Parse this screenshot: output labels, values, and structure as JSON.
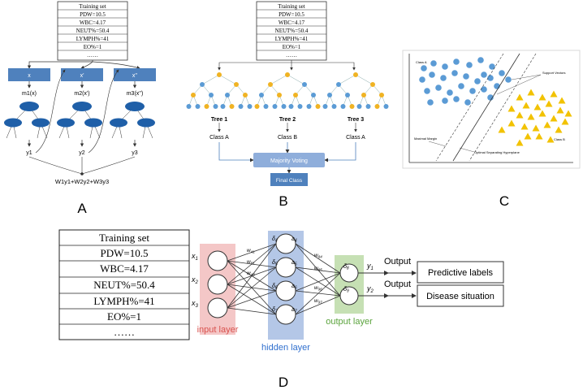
{
  "training_set": {
    "header": "Training set",
    "rows": [
      "PDW=10.5",
      "WBC=4.17",
      "NEUT%=50.4",
      "LYMPH%=41",
      "EO%=1",
      "……"
    ]
  },
  "panel_a": {
    "label": "A",
    "inputs": [
      "x",
      "x'",
      "x''"
    ],
    "models": [
      "m1(x)",
      "m2(x')",
      "m3(x'')"
    ],
    "outputs": [
      "y1",
      "y2",
      "y3"
    ],
    "combined": "W1y1+W2y2+W3y3"
  },
  "panel_b": {
    "label": "B",
    "trees": [
      "Tree 1",
      "Tree 2",
      "Tree 3"
    ],
    "classes": [
      "Class A",
      "Class B",
      "Class A"
    ],
    "voting": "Majority Voting",
    "final": "Final Class"
  },
  "panel_c": {
    "label": "C",
    "class_a": "Class A",
    "class_b": "Class B",
    "support_vectors": "Support Vectors",
    "maximal_margin": "Maximal Margin",
    "hyperplane": "Optimal Separating Hyperplane"
  },
  "panel_d": {
    "label": "D",
    "input_layer": "input layer",
    "hidden_layer": "hidden layer",
    "output_layer": "output layer",
    "inputs": [
      "x1",
      "x2",
      "x3"
    ],
    "hidden_nodes": [
      "δ4 a4",
      "δ5 a5",
      "δ6 a6",
      "δ7 a7"
    ],
    "output_nodes": [
      "δ8",
      "δ9"
    ],
    "outputs_y": [
      "y1",
      "y2"
    ],
    "weights": [
      "w41",
      "w51",
      "w43",
      "w84",
      "w85",
      "w96",
      "w97"
    ],
    "output_word": "Output",
    "result_boxes": [
      "Predictive labels",
      "Disease situation"
    ]
  },
  "colors": {
    "blue": "#4f81bd",
    "node_blue": "#5b9bd5",
    "node_yellow": "#f0b323",
    "triangle_yellow": "#f2c200",
    "input_layer_bg": "#f4c7c7",
    "hidden_layer_bg": "#b4c7e7",
    "output_layer_bg": "#c6e0b4"
  }
}
